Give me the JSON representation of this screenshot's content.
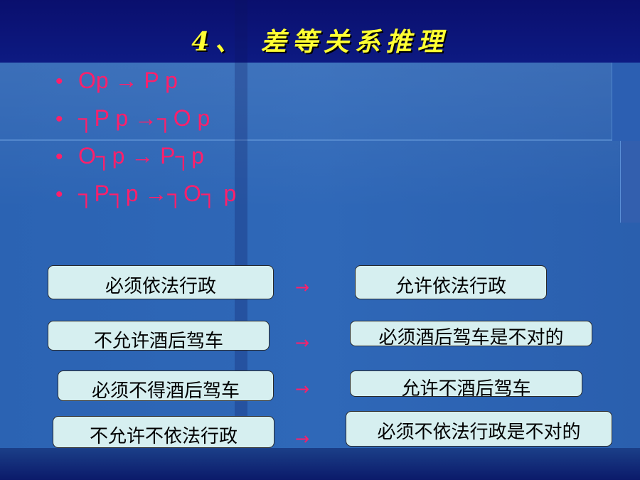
{
  "slide": {
    "title": "4、 差等关系推理",
    "bullets": [
      {
        "marker": "•",
        "text": "Op → P p"
      },
      {
        "marker": "•",
        "text": "┐P p →┐O p"
      },
      {
        "marker": "•",
        "text": "O┐p → P┐p"
      },
      {
        "marker": "•",
        "text": "┐P┐p →┐O┐ p"
      }
    ],
    "rows": [
      {
        "left": "必须依法行政",
        "arrow": "→",
        "right": "允许依法行政"
      },
      {
        "left": "不允许酒后驾车",
        "arrow": "→",
        "right": "必须酒后驾车是不对的"
      },
      {
        "left": "必须不得酒后驾车",
        "arrow": "→",
        "right": "允许不酒后驾车"
      },
      {
        "left": "不允许不依法行政",
        "arrow": "→",
        "right": "必须不依法行政是不对的"
      }
    ]
  },
  "colors": {
    "title": "#ffff33",
    "formula": "#ff1f6a",
    "box_fill": "#d6eff0",
    "background": "#1f4e9a"
  }
}
